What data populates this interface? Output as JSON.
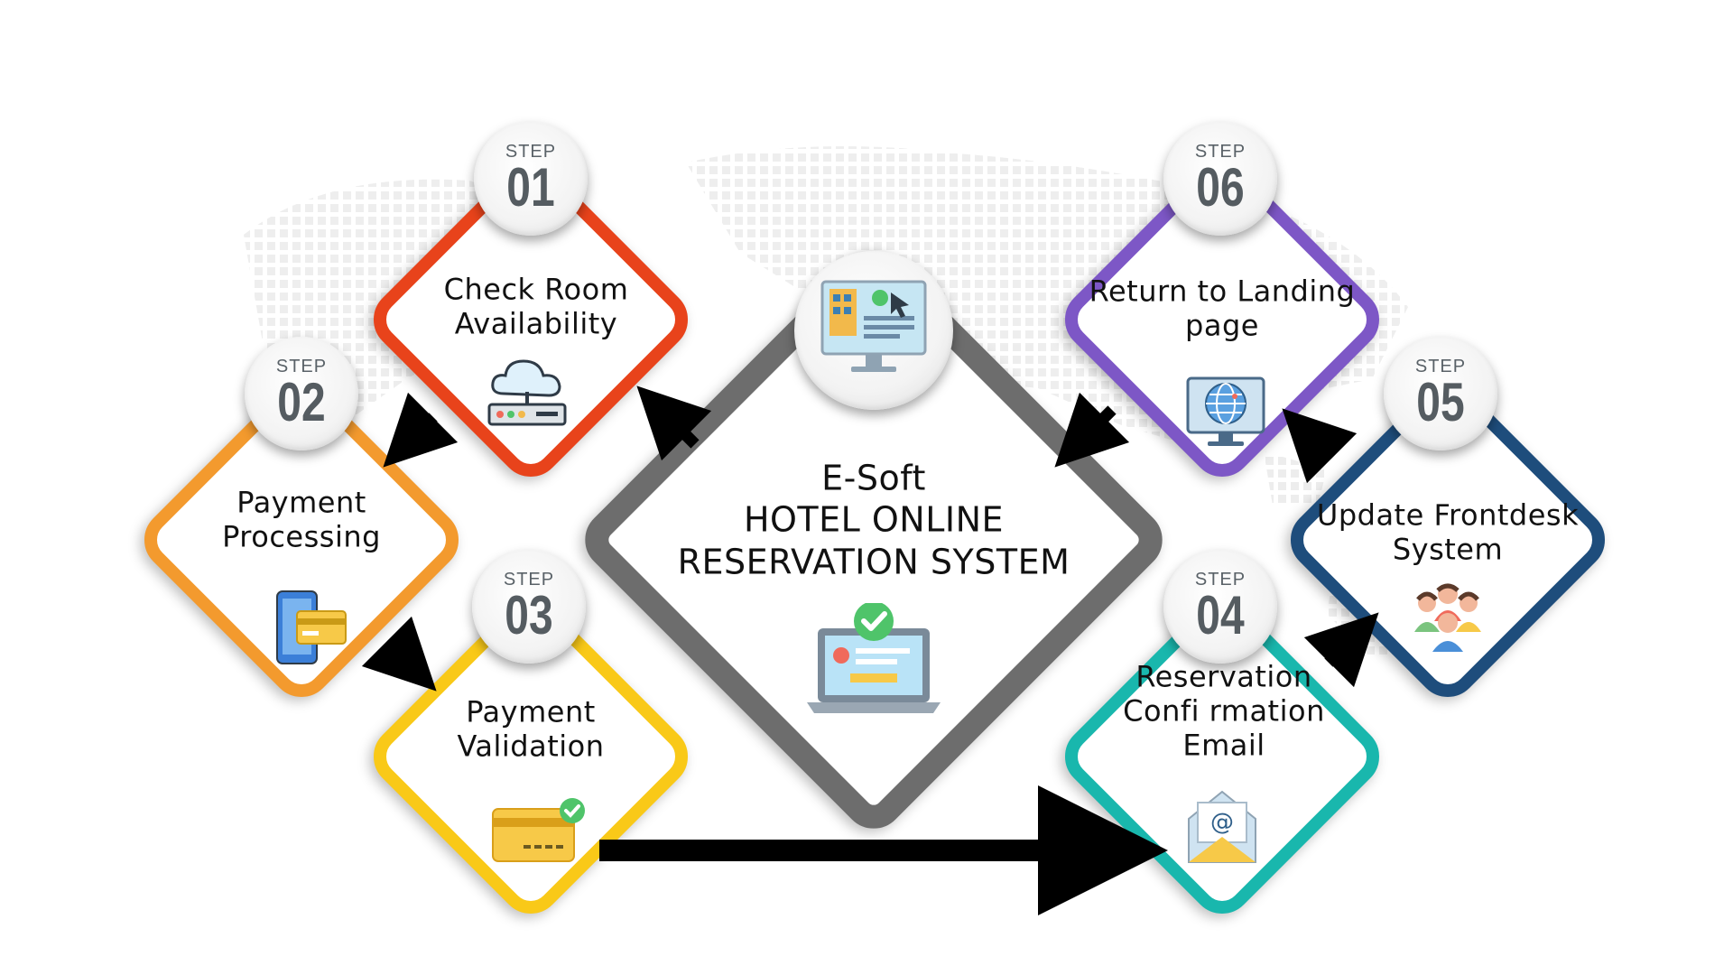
{
  "center": {
    "title_line1": "E-Soft",
    "title_line2": "HOTEL ONLINE",
    "title_line3": "RESERVATION SYSTEM"
  },
  "step_word": "STEP",
  "steps": [
    {
      "number": "01",
      "line1": "Check Room",
      "line2": "Availability",
      "color": "#e8431b",
      "icon": "cloud-server-icon"
    },
    {
      "number": "02",
      "line1": "Payment",
      "line2": "Processing",
      "color": "#f39a2e",
      "icon": "mobile-payment-icon"
    },
    {
      "number": "03",
      "line1": "Payment",
      "line2": "Validation",
      "color": "#f9c918",
      "icon": "credit-card-check-icon"
    },
    {
      "number": "04",
      "line1": "Reservation",
      "line2": "Confi rmation",
      "line3": "Email",
      "color": "#19b7ad",
      "icon": "email-envelope-icon"
    },
    {
      "number": "05",
      "line1": "Update Frontdesk",
      "line2": "System",
      "color": "#1e4d7c",
      "icon": "people-group-icon"
    },
    {
      "number": "06",
      "line1": "Return to Landing",
      "line2": "page",
      "color": "#7d57c6",
      "icon": "globe-monitor-icon"
    }
  ],
  "colors": {
    "center_border": "#6d6d6d",
    "arrow": "#000000",
    "badge_text": "#5a6268"
  }
}
